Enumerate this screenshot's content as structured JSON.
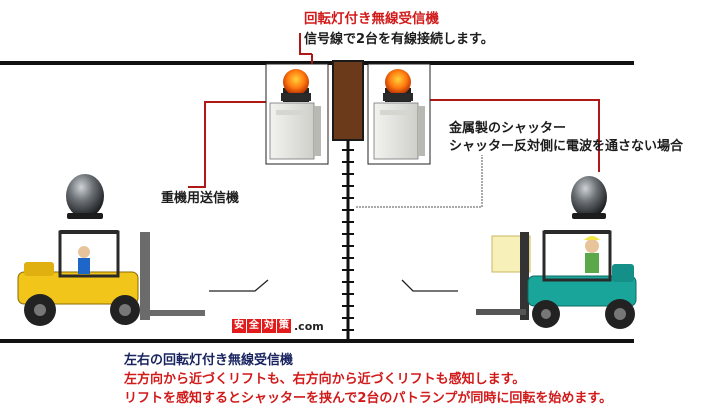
{
  "title_red": "回転灯付き無線受信機",
  "title_sub": "信号線で2台を有線接続します。",
  "shutter_label_1": "金属製のシャッター",
  "shutter_label_2": "シャッター反対側に電波を通さない場合",
  "transmitter_label": "重機用送信機",
  "brand": {
    "chars": [
      "安",
      "全",
      "対",
      "策"
    ],
    "suffix": ".com"
  },
  "bottom": {
    "line1": "左右の回転灯付き無線受信機",
    "line2": "左方向から近づくリフトも、右方向から近づくリフトも感知します。",
    "line3": "リフトを感知するとシャッターを挟んで2台のパトランプが同時に回転を始めます。"
  },
  "colors": {
    "red": "#d11a1a",
    "beam": "#6b3a1a",
    "forklift_yellow": "#f2c51a",
    "forklift_teal": "#1aa59a"
  }
}
